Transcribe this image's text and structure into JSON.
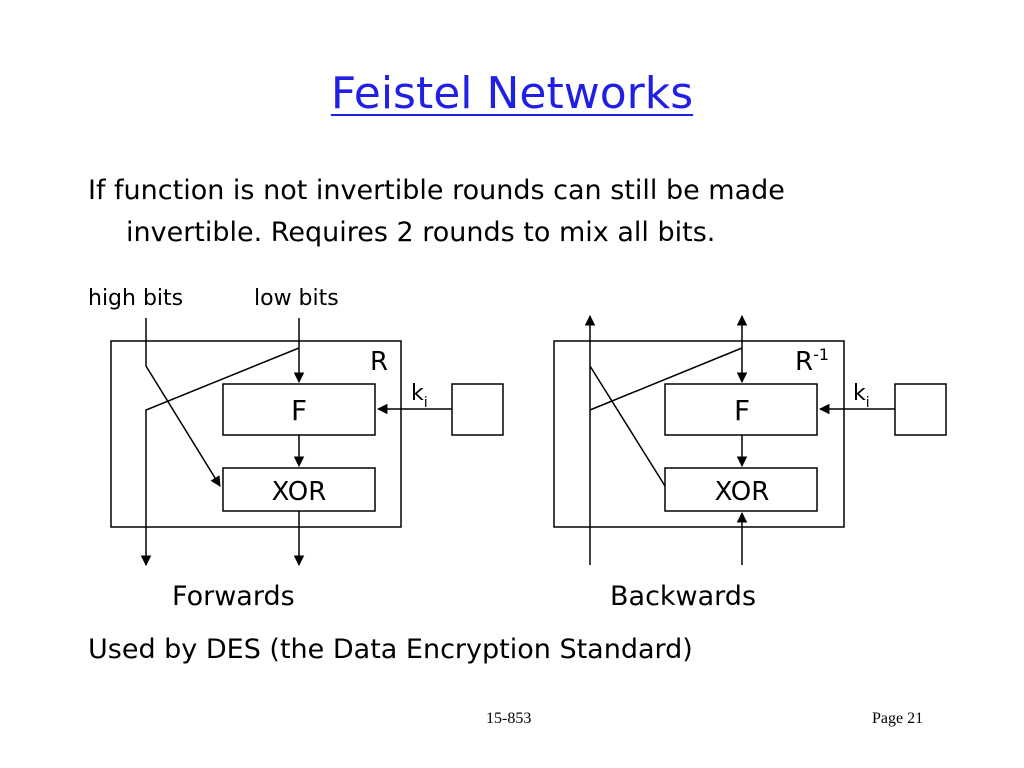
{
  "title": "Feistel Networks",
  "intro_line1": "If function is not invertible rounds can still be made",
  "intro_line2": "invertible.   Requires 2 rounds to mix all bits.",
  "labels": {
    "high_bits": "high bits",
    "low_bits": "low bits"
  },
  "forward": {
    "round_label": "R",
    "f_label": "F",
    "xor_label": "XOR",
    "key_label": "k",
    "key_sub": "i",
    "caption": "Forwards"
  },
  "backward": {
    "round_label": "R",
    "round_sup": "-1",
    "f_label": "F",
    "xor_label": "XOR",
    "key_label": "k",
    "key_sub": "i",
    "caption": "Backwards"
  },
  "conclusion": "Used by DES (the Data Encryption Standard)",
  "footer": {
    "course": "15-853",
    "page": "Page 21"
  }
}
